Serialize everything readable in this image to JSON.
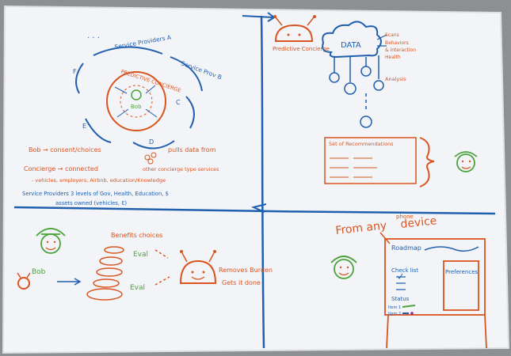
{
  "colors": {
    "paper": "#f3f4f8",
    "blue": "#1f5fae",
    "orange": "#d9541e",
    "green": "#4aa33a",
    "purple": "#7b2d9b",
    "background": "#8d8f93"
  },
  "quadrant_tl": {
    "service_provider_a": "Service Providers A",
    "service_provider_b": "Service Prov B",
    "label_c": "C",
    "label_d": "D",
    "label_e": "E",
    "label_f": "F",
    "ring_text": "PREDICTIVE CONCIERGE",
    "center_name": "Bob",
    "line1": "Bob → consent/choices",
    "line1b": "pulls data from",
    "line2": "Concierge → connected",
    "line2b": "other concierge type services",
    "line3": "- vehicles, employers, Airbnb, education/Knowledge",
    "line4": "Service Providers 3 levels of Gov, Health, Education, $",
    "line5": "assets owned (vehicles, Ɛ)"
  },
  "quadrant_tr": {
    "robot_label": "Predictive Concierge",
    "cloud_label": "DATA",
    "side_labels": [
      "Scans",
      "Behaviors",
      "& interaction",
      "Health"
    ],
    "analysis_label": "Analysis",
    "rec_title": "Set of Recommendations"
  },
  "quadrant_bl": {
    "title": "Benefits choices",
    "left_label": "Bob",
    "eval_top": "Eval",
    "eval_bottom": "Eval",
    "caption1": "Removes Burden",
    "caption2": "Gets it done"
  },
  "quadrant_br": {
    "title1": "From any",
    "title2": "device",
    "title_extra": "phone",
    "roadmap": "Roadmap",
    "checklist": "Check list",
    "preferences": "Preferences",
    "status": "Status",
    "row1": "Item 1",
    "row2": "Item 2"
  }
}
